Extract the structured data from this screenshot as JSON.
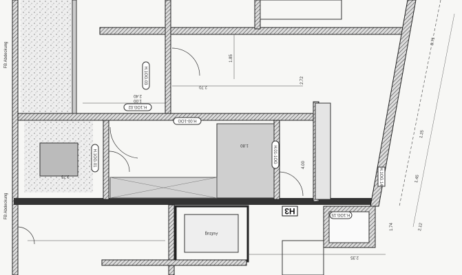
{
  "plan": {
    "unit_label": "H3",
    "room_tags": [
      "H.1OG.01",
      "H.1OG.02",
      "H.1OG.03",
      "H.00-1OG",
      "H.01-1OG",
      "H.1OG.14",
      "H.1OG.15"
    ],
    "dimensions": [
      "3.75",
      "2.70",
      "1.85",
      "2.72",
      "4.00",
      "2.12",
      "1.45",
      "1.25",
      "2.35",
      "1.00",
      "2.40",
      "1.80",
      "1.74",
      "8.71"
    ],
    "side_label": "FB Abdeckung",
    "lift_label": "Aufzug",
    "colors": {
      "paper": "#f7f7f5",
      "wall": "#2a2a2a",
      "hatch": "#555555",
      "fill_gray": "#cfcfcf"
    }
  }
}
